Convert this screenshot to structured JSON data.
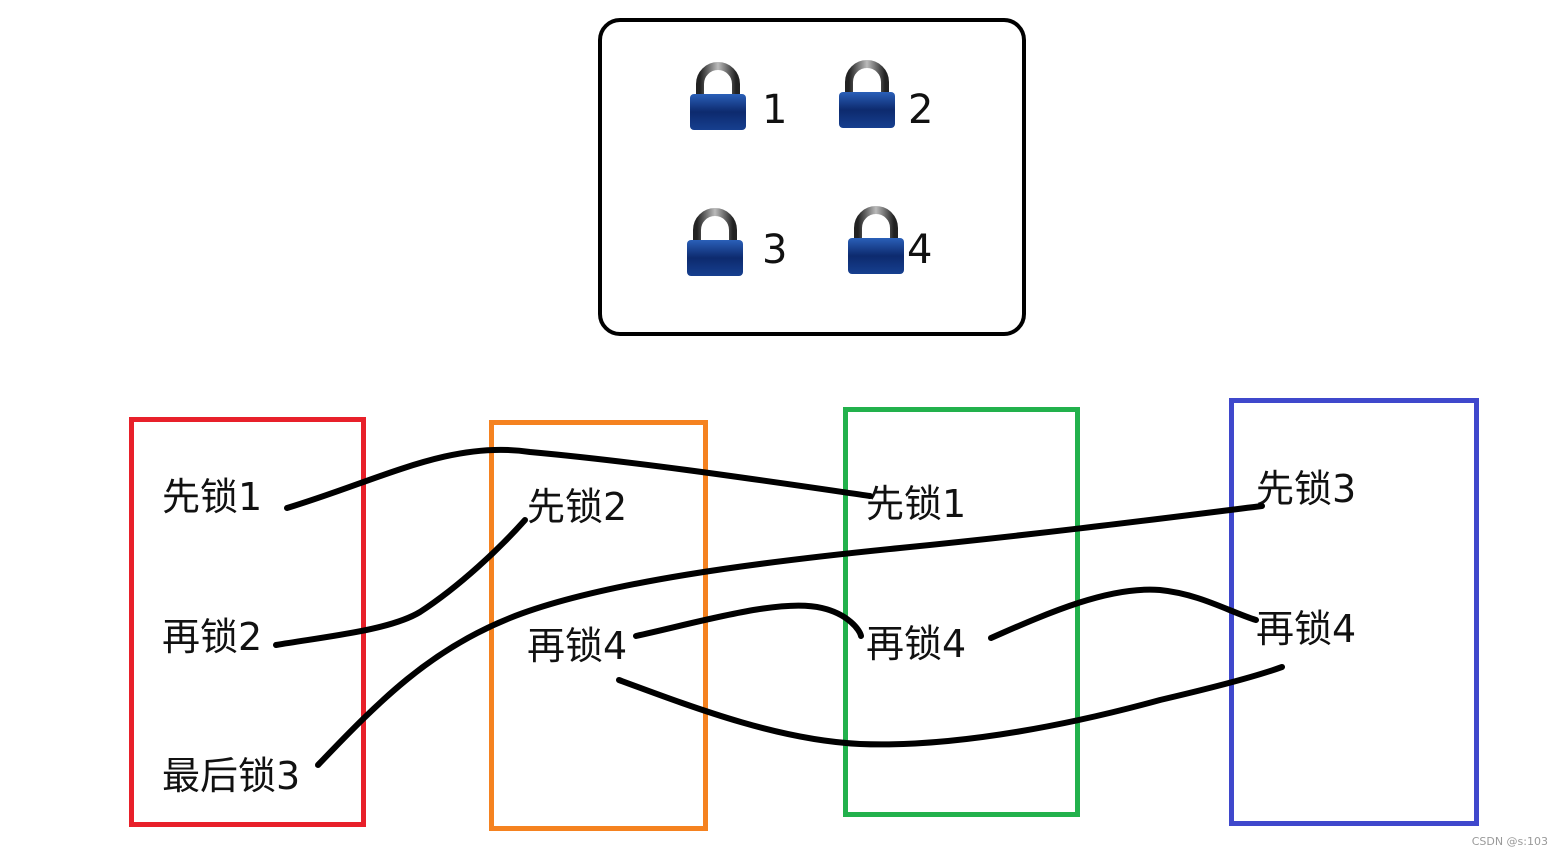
{
  "locks": [
    {
      "label": "1"
    },
    {
      "label": "2"
    },
    {
      "label": "3"
    },
    {
      "label": "4"
    }
  ],
  "threads": [
    {
      "color": "#e8202a",
      "steps": [
        "先锁1",
        "再锁2",
        "最后锁3"
      ]
    },
    {
      "color": "#f58220",
      "steps": [
        "先锁2",
        "再锁4"
      ]
    },
    {
      "color": "#22b14c",
      "steps": [
        "先锁1",
        "再锁4"
      ]
    },
    {
      "color": "#3f48cc",
      "steps": [
        "先锁3",
        "再锁4"
      ]
    }
  ],
  "watermark": "CSDN @s:103"
}
